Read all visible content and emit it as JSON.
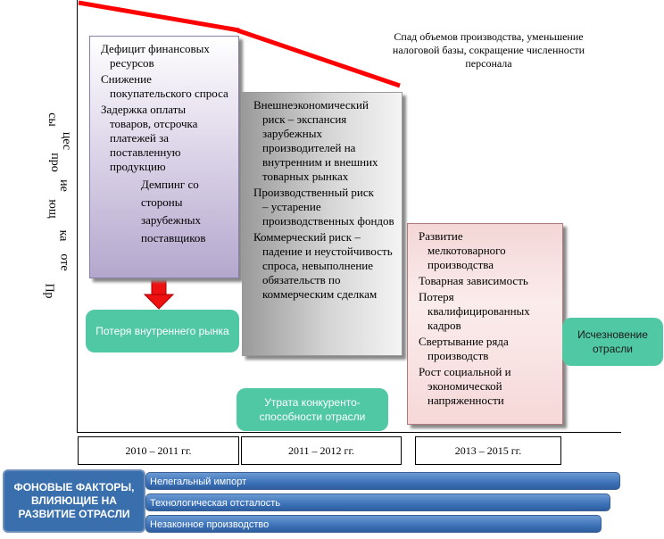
{
  "y_axis_label": [
    "Пр",
    "оте",
    "ка",
    "ющ",
    "ие",
    "про",
    "цес",
    "сы"
  ],
  "note": "Спад объемов производства, уменьшение налоговой базы, сокращение численности персонала",
  "box1": {
    "items": [
      {
        "first": "Дефицит финансовых",
        "rest": "ресурсов"
      },
      {
        "first": "Снижение",
        "rest": "покупательского спроса"
      },
      {
        "first": "Задержка оплаты",
        "rest": "товаров, отсрочка платежей за поставленную продукцию"
      }
    ],
    "extra": "Демпинг со стороны зарубежных поставщиков"
  },
  "box2": {
    "items": [
      {
        "first": "Внешнеэкономический",
        "rest": "риск – экспансия зарубежных производителей на внутренним и внешних товарных рынках"
      },
      {
        "first": "Производственный риск",
        "rest": "– устарение производственных фондов"
      },
      {
        "first": "Коммерческий риск –",
        "rest": "падение и неустойчивость спроса, невыполнение обязательств по коммерческим сделкам"
      }
    ]
  },
  "box3": {
    "items": [
      {
        "first": "Развитие",
        "rest": "мелкотоварного производства"
      },
      {
        "first": "Товарная зависимость",
        "rest": ""
      },
      {
        "first": "Потеря",
        "rest": "квалифицированных кадров"
      },
      {
        "first": "Свертывание ряда",
        "rest": "производств"
      },
      {
        "first": "Рост социальной и",
        "rest": "экономической напряженности"
      }
    ]
  },
  "green1": "Потеря внутреннего рынка",
  "green2": "Утрата конкуренто-способности отрасли",
  "green3": "Исчезновение отрасли",
  "periods": [
    "2010 – 2011 гг.",
    "2011 – 2012 гг.",
    "2013 – 2015 гг."
  ],
  "background_label": "ФОНОВЫЕ ФАКТОРЫ, ВЛИЯЮЩИЕ НА РАЗВИТИЕ ОТРАСЛИ",
  "background_bars": [
    "Нелегальный импорт",
    "Технологическая отсталость",
    "Незаконное производство"
  ],
  "colors": {
    "trend_line": "#ff0000",
    "arrow": "#ff0000",
    "green": "#4fc8a3",
    "blue": "#3a6fae"
  }
}
